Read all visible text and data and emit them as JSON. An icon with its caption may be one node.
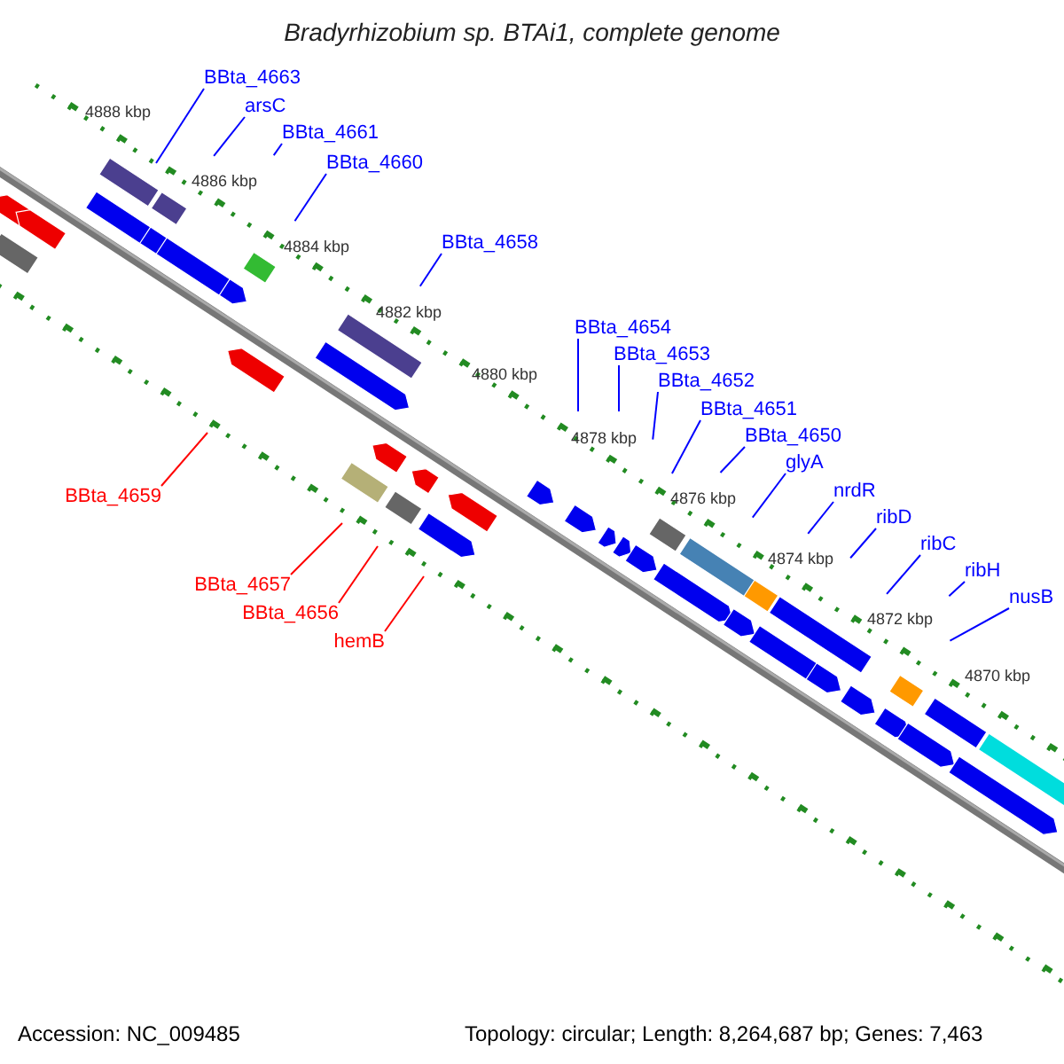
{
  "diagram": {
    "title": "Bradyrhizobium sp. BTAi1, complete genome",
    "nodes": [
      {
        "text": [
          "BBta_4663"
        ]
      },
      {
        "text": [
          "arsC"
        ]
      },
      {
        "text": [
          "BBta_4661"
        ]
      },
      {
        "text": [
          "BBta_4660"
        ]
      },
      {
        "text": [
          "BBta_4658"
        ]
      },
      {
        "text": [
          "BBta_4654"
        ]
      },
      {
        "text": [
          "BBta_4653"
        ]
      },
      {
        "text": [
          "BBta_4652"
        ]
      },
      {
        "text": [
          "BBta_4651"
        ]
      },
      {
        "text": [
          "BBta_4650"
        ]
      },
      {
        "text": [
          "glyA"
        ]
      },
      {
        "text": [
          "nrdR"
        ]
      },
      {
        "text": [
          "ribD"
        ]
      },
      {
        "text": [
          "ribC"
        ]
      },
      {
        "text": [
          "ribH"
        ]
      },
      {
        "text": [
          "nusB"
        ]
      },
      {
        "text": [
          "BBta_4659"
        ]
      },
      {
        "text": [
          "BBta_4657"
        ]
      },
      {
        "text": [
          "BBta_4656"
        ]
      },
      {
        "text": [
          "hemB"
        ]
      }
    ],
    "edges": [
      {
        "from": 0,
        "to": null,
        "arrow": "none"
      },
      {
        "from": 1,
        "to": null,
        "arrow": "none"
      },
      {
        "from": 2,
        "to": null,
        "arrow": "none"
      },
      {
        "from": 3,
        "to": null,
        "arrow": "none"
      },
      {
        "from": 4,
        "to": null,
        "arrow": "none"
      },
      {
        "from": 5,
        "to": null,
        "arrow": "none"
      },
      {
        "from": 6,
        "to": null,
        "arrow": "none"
      },
      {
        "from": 7,
        "to": null,
        "arrow": "none"
      },
      {
        "from": 8,
        "to": null,
        "arrow": "none"
      },
      {
        "from": 9,
        "to": null,
        "arrow": "none"
      },
      {
        "from": 10,
        "to": null,
        "arrow": "none"
      },
      {
        "from": 11,
        "to": null,
        "arrow": "none"
      },
      {
        "from": 12,
        "to": null,
        "arrow": "none"
      },
      {
        "from": 13,
        "to": null,
        "arrow": "none"
      },
      {
        "from": 14,
        "to": null,
        "arrow": "none"
      },
      {
        "from": 15,
        "to": null,
        "arrow": "none"
      },
      {
        "from": 16,
        "to": null,
        "arrow": "none",
        "color": "#ff0000"
      },
      {
        "from": 17,
        "to": null,
        "arrow": "none",
        "color": "#ff0000"
      },
      {
        "from": 18,
        "to": null,
        "arrow": "none",
        "color": "#ff0000"
      },
      {
        "from": 19,
        "to": null,
        "arrow": "none",
        "color": "#ff0000"
      }
    ],
    "labels": [
      "4888 kbp",
      "4886 kbp",
      "4884 kbp",
      "4882 kbp",
      "4880 kbp",
      "4878 kbp",
      "4876 kbp",
      "4874 kbp",
      "4872 kbp",
      "4870 kbp",
      "Accession: NC_009485",
      "Topology: circular; Length: 8,264,687 bp; Genes: 7,463"
    ]
  }
}
